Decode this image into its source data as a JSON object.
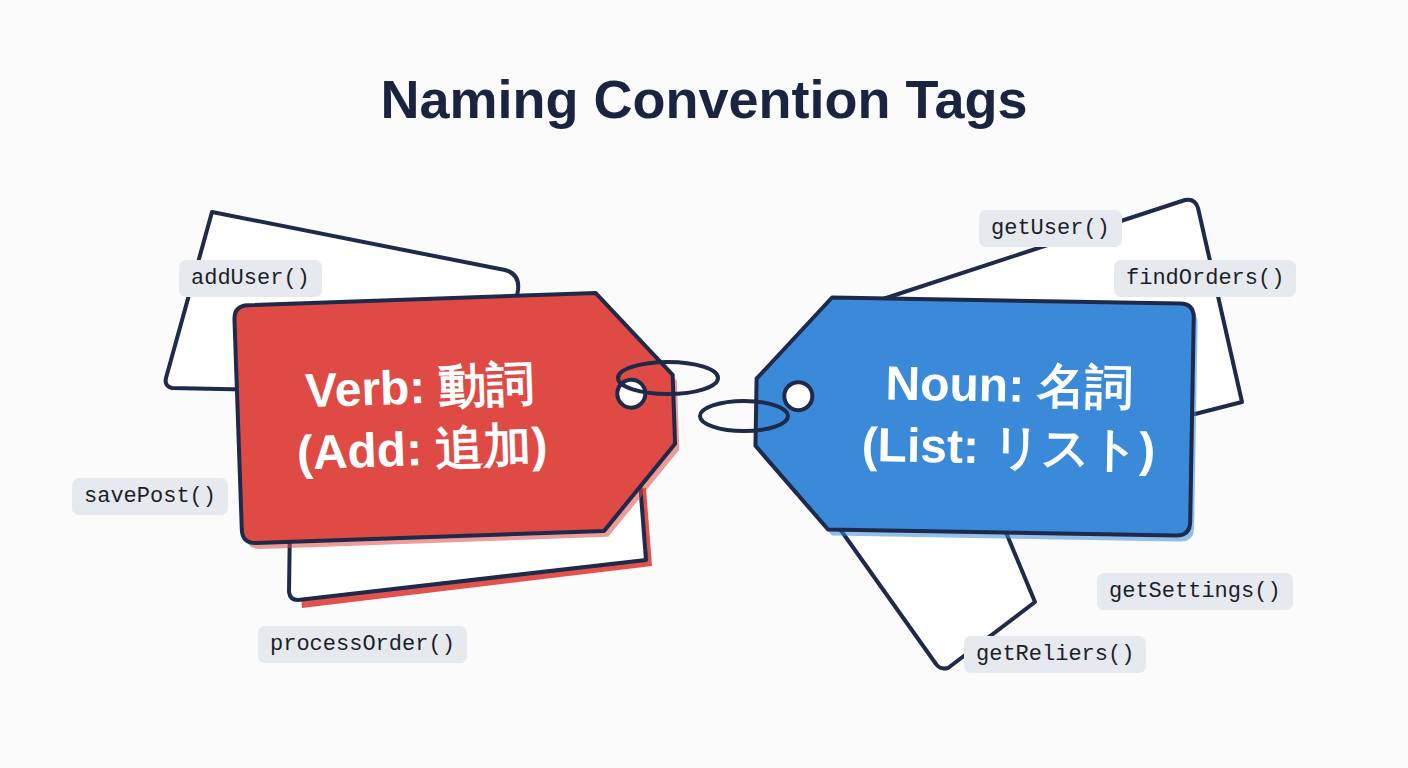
{
  "diagram": {
    "title": "Naming Convention Tags",
    "nodes": [
      {
        "text": [
          "Verb: 動詞",
          "(Add: 追加)"
        ]
      },
      {
        "text": [
          "Noun: 名詞",
          "(List: リスト)"
        ]
      },
      {
        "text": [
          "addUser()"
        ]
      },
      {
        "text": [
          "savePost()"
        ]
      },
      {
        "text": [
          "processOrder()"
        ]
      },
      {
        "text": [
          "getUser()"
        ]
      },
      {
        "text": [
          "findOrders()"
        ]
      },
      {
        "text": [
          "getSettings()"
        ]
      },
      {
        "text": [
          "getReliers()"
        ]
      }
    ]
  }
}
